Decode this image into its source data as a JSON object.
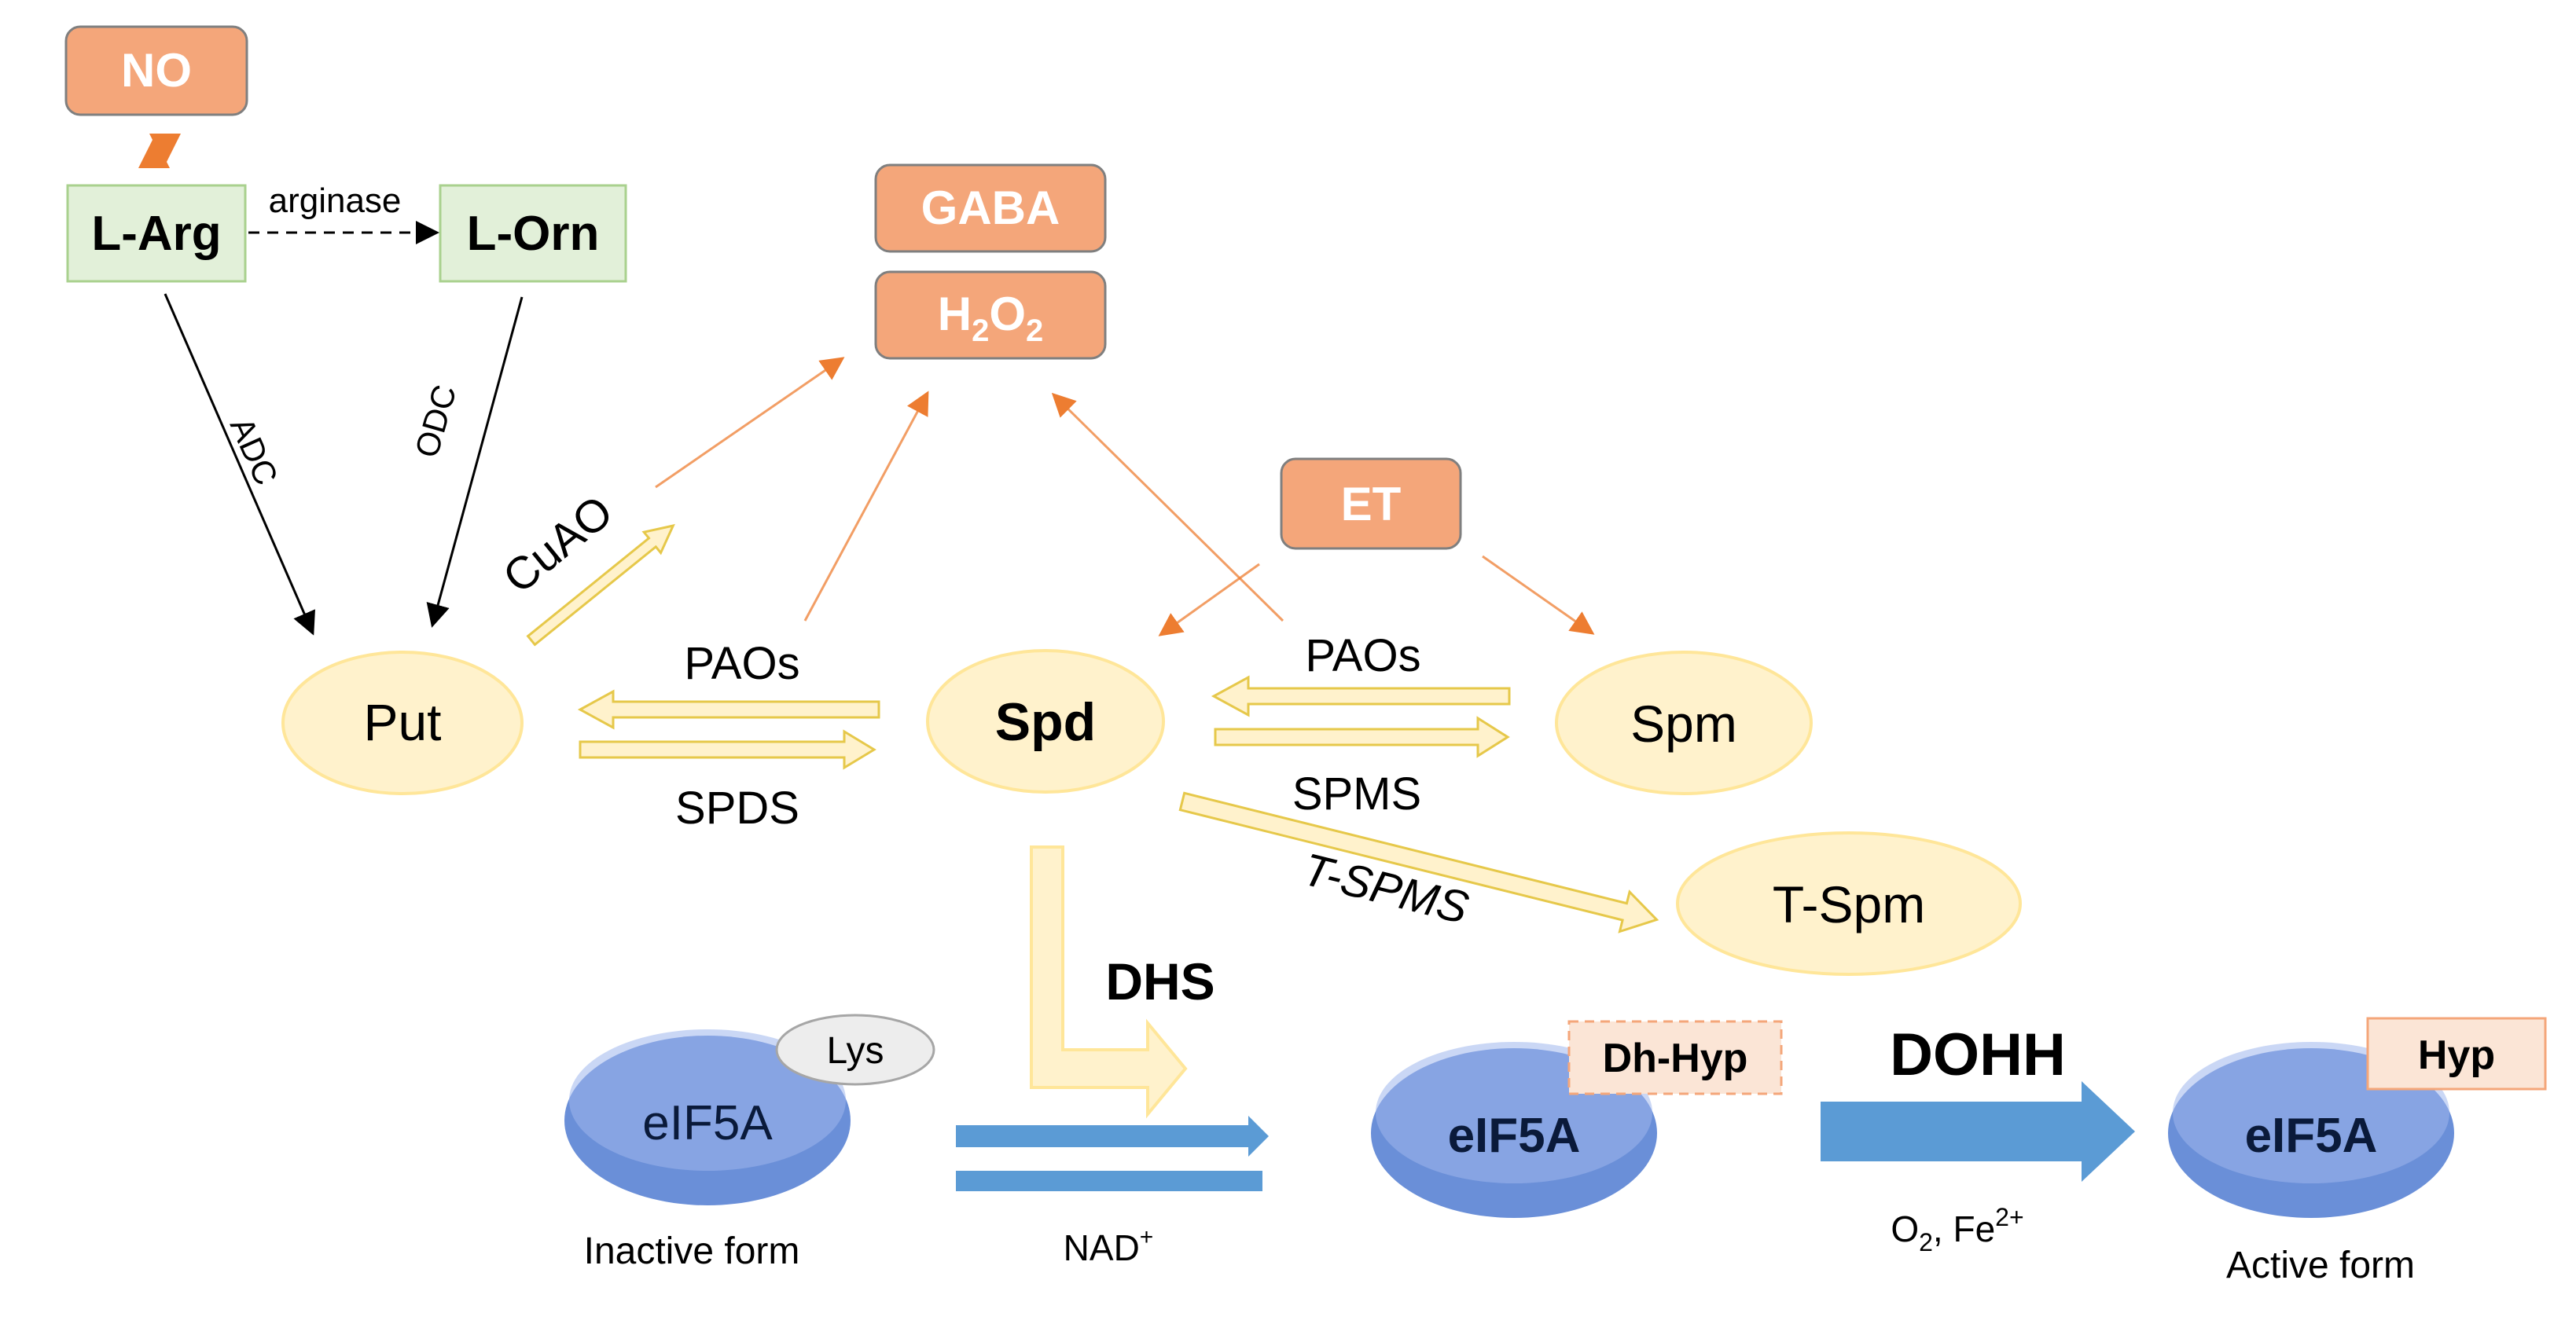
{
  "colors": {
    "orange_fill": "#F4A67A",
    "orange_stroke": "#7F7F7F",
    "orange_arrow": "#ED7D31",
    "green_fill": "#E2F0D9",
    "green_stroke": "#A9D18E",
    "yellow_fill": "#FFF2CC",
    "yellow_stroke": "#FFE699",
    "blue_arrow": "#5B9BD5",
    "light_pink": "#FBE5D6",
    "gray_oval": "#EDEDED"
  },
  "nodes": {
    "no": "NO",
    "l_arg": "L-Arg",
    "l_orn": "L-Orn",
    "gaba": "GABA",
    "h2o2_base": "H",
    "h2o2_sub1": "2",
    "h2o2_mid": "O",
    "h2o2_sub2": "2",
    "et": "ET",
    "put": "Put",
    "spd": "Spd",
    "spm": "Spm",
    "t_spm": "T-Spm",
    "eif5a_inactive": "eIF5A",
    "lys": "Lys",
    "eif5a_mid": "eIF5A",
    "dh_hyp": "Dh-Hyp",
    "eif5a_active": "eIF5A",
    "hyp": "Hyp"
  },
  "labels": {
    "arginase": "arginase",
    "adc": "ADC",
    "odc": "ODC",
    "cuao": "CuAO",
    "paos_left": "PAOs",
    "spds": "SPDS",
    "paos_right": "PAOs",
    "spms": "SPMS",
    "t_spms": "T-SPMS",
    "dhs": "DHS",
    "dohh": "DOHH",
    "nad_base": "NAD",
    "nad_sup": "+",
    "o2_o": "O",
    "o2_sub": "2",
    "fe_text": ", Fe",
    "fe_sup": "2+",
    "inactive_form": "Inactive form",
    "active_form": "Active form"
  }
}
